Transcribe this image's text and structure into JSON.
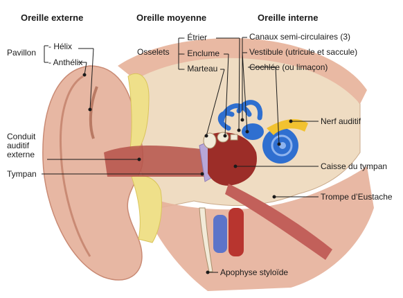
{
  "headers": {
    "external": "Oreille externe",
    "middle": "Oreille moyenne",
    "inner": "Oreille interne"
  },
  "labels": {
    "pavillon": "Pavillon",
    "helix": "- Hélix",
    "anthelix": "- Anthélix",
    "osselets": "Osselets",
    "etrier": "- Étrier",
    "enclume": "- Enclume",
    "marteau": "- Marteau",
    "canaux": "Canaux semi-circulaires (3)",
    "vestibule": "Vestibule (utricule et saccule)",
    "cochlee": "Cochlée (ou limaçon)",
    "nerf": "Nerf auditif",
    "conduit_line1": "Conduit",
    "conduit_line2": "auditif",
    "conduit_line3": "externe",
    "tympan": "Tympan",
    "caisse": "Caisse du tympan",
    "trompe": "Trompe d’Eustache",
    "apophyse": "Apophyse styloïde"
  },
  "colors": {
    "skin": "#e7b7a3",
    "skin_dark": "#c98a74",
    "cartilage": "#efe08a",
    "bone": "#efdcc2",
    "canal": "#b5524a",
    "inner_ear": "#2f6fd0",
    "nerve": "#f2c230",
    "vein": "#5d74c9",
    "artery": "#b8352f",
    "leader": "#1a1a1a"
  }
}
